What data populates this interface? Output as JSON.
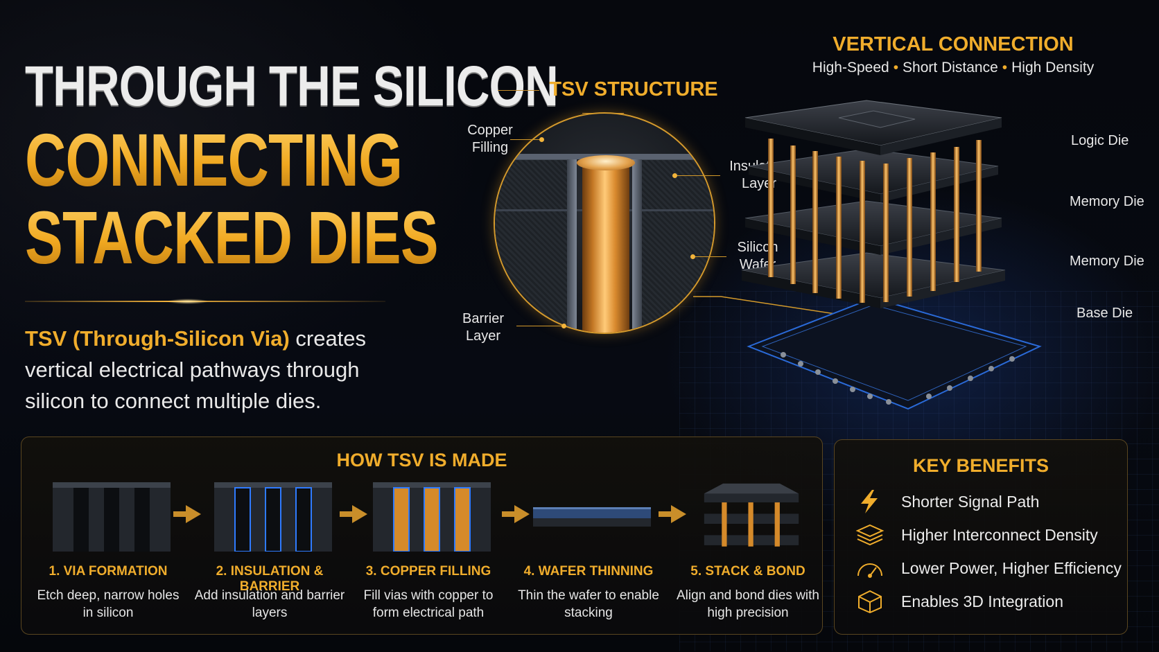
{
  "title": {
    "line1": "THROUGH THE SILICON",
    "line2": "CONNECTING",
    "line3": "STACKED DIES"
  },
  "intro": {
    "highlight": "TSV (Through-Silicon Via)",
    "text": " creates vertical electrical pathways through silicon to connect multiple dies."
  },
  "tsv_structure": {
    "heading": "TSV STRUCTURE",
    "labels": {
      "copper": "Copper Filling",
      "insulation": "Insulation Layer",
      "silicon": "Silicon Wafer",
      "barrier": "Barrier Layer"
    }
  },
  "vertical_connection": {
    "heading": "VERTICAL CONNECTION",
    "tags": [
      "High-Speed",
      "Short Distance",
      "High Density"
    ],
    "separator": "•",
    "dies": [
      "Logic Die",
      "Memory Die",
      "Memory Die",
      "Base Die"
    ]
  },
  "how_made": {
    "heading": "HOW TSV IS MADE",
    "steps": [
      {
        "name": "1. VIA FORMATION",
        "desc": "Etch deep, narrow holes in silicon"
      },
      {
        "name": "2. INSULATION & BARRIER",
        "desc": "Add insulation and barrier layers"
      },
      {
        "name": "3. COPPER FILLING",
        "desc": "Fill vias with copper to form electrical path"
      },
      {
        "name": "4. WAFER THINNING",
        "desc": "Thin the wafer to enable stacking"
      },
      {
        "name": "5. STACK & BOND",
        "desc": "Align and bond dies with high precision"
      }
    ]
  },
  "key_benefits": {
    "heading": "KEY BENEFITS",
    "items": [
      {
        "icon": "lightning-icon",
        "text": "Shorter Signal Path"
      },
      {
        "icon": "layers-icon",
        "text": "Higher Interconnect Density"
      },
      {
        "icon": "gauge-icon",
        "text": "Lower Power, Higher Efficiency"
      },
      {
        "icon": "cube-icon",
        "text": "Enables 3D Integration"
      }
    ]
  },
  "colors": {
    "gold": "#f0ad2c",
    "background": "#05070c",
    "accent_blue": "#2a6ad8"
  }
}
